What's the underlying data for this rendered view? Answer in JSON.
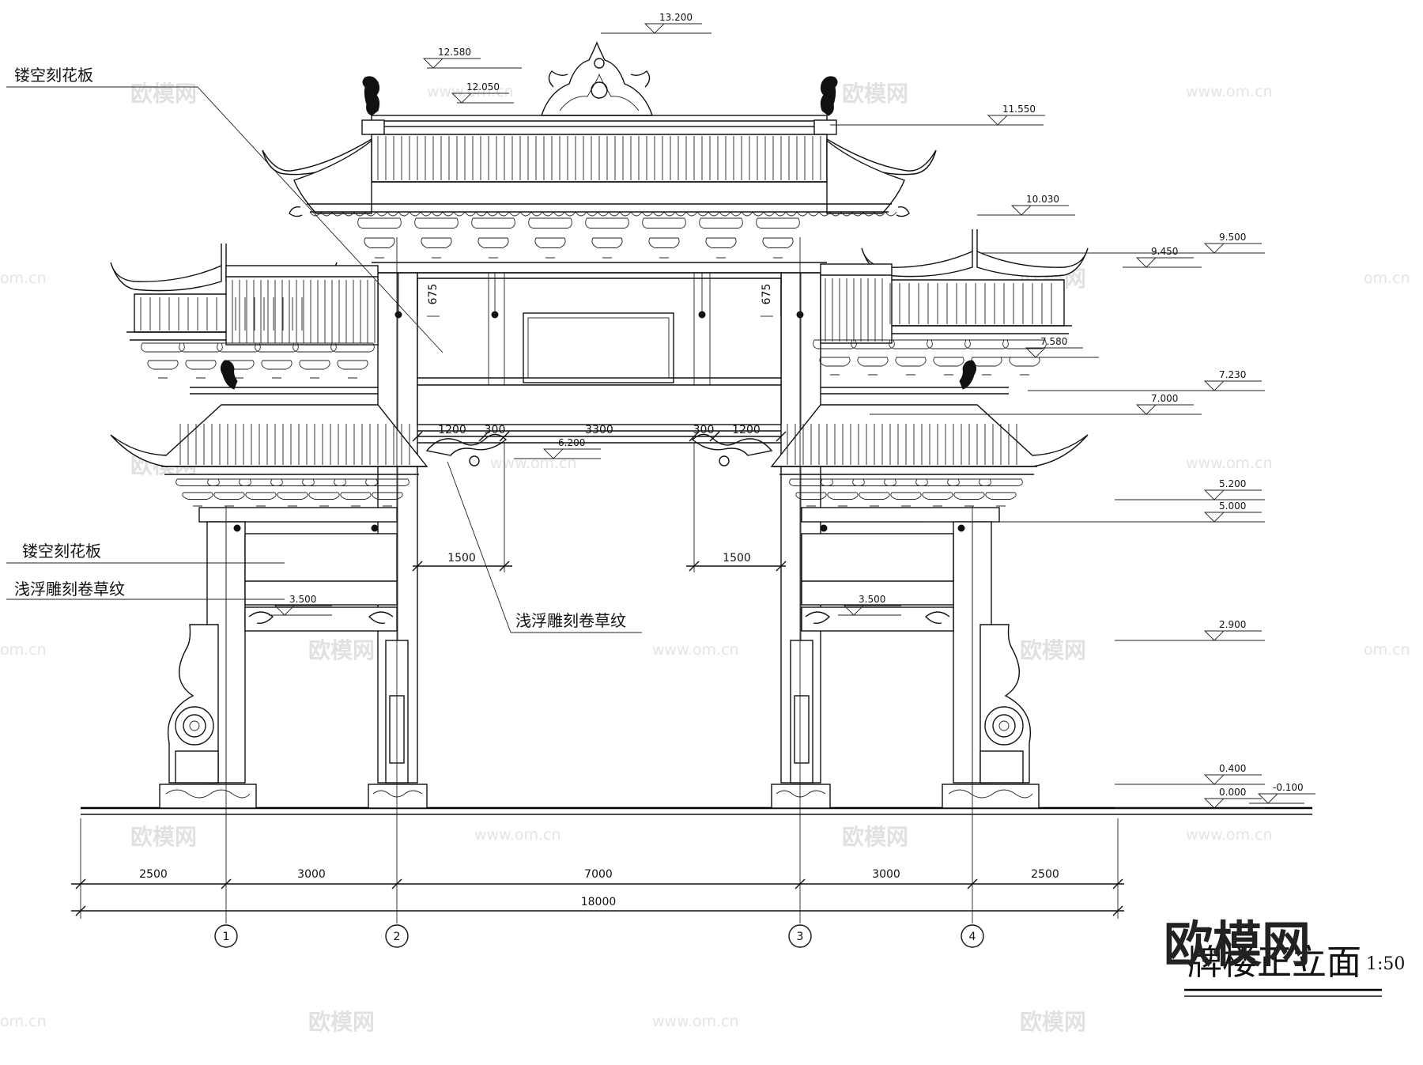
{
  "drawing": {
    "title_text": "牌楼正立面",
    "scale_text": "1:50",
    "logo_text": "欧模网"
  },
  "watermarks": {
    "brand": "欧模网",
    "site": "www.om.cn",
    "site_short": "om.cn"
  },
  "labels": {
    "hollow_top": "镂空刻花板",
    "hollow_side": "镂空刻花板",
    "relief_side": "浅浮雕刻卷草纹",
    "relief_center": "浅浮雕刻卷草纹"
  },
  "levels": [
    "13.200",
    "12.580",
    "12.050",
    "11.550",
    "10.030",
    "9.500",
    "9.450",
    "7.580",
    "7.230",
    "7.000",
    "6.200",
    "5.200",
    "5.000",
    "3.500",
    "3.500",
    "2.900",
    "0.400",
    "0.000",
    "-0.100"
  ],
  "dims": {
    "top_row": [
      "1200",
      "300",
      "3300",
      "300",
      "1200"
    ],
    "side_1500": [
      "1500",
      "1500"
    ],
    "lintel_675": [
      "675",
      "675"
    ],
    "bottom_row": [
      "2500",
      "3000",
      "7000",
      "3000",
      "2500"
    ],
    "total": "18000"
  },
  "axes": [
    "1",
    "2",
    "3",
    "4"
  ]
}
